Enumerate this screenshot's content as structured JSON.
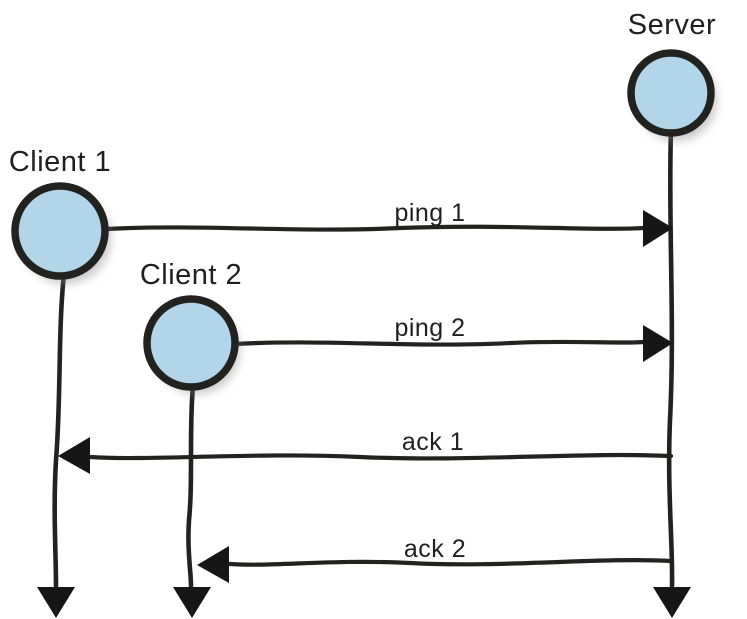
{
  "diagram": {
    "type": "sequence-diagram",
    "background": "#ffffff",
    "stroke_color": "#222220",
    "text_color": "#1f1f1f",
    "node_fill": "#b3d5ea",
    "actors": [
      {
        "id": "client-1",
        "label": "Client 1"
      },
      {
        "id": "client-2",
        "label": "Client 2"
      },
      {
        "id": "server",
        "label": "Server"
      }
    ],
    "messages": [
      {
        "id": "ping-1",
        "label": "ping 1",
        "from": "Client 1",
        "to": "Server",
        "direction": "right"
      },
      {
        "id": "ping-2",
        "label": "ping 2",
        "from": "Client 2",
        "to": "Server",
        "direction": "right"
      },
      {
        "id": "ack-1",
        "label": "ack 1",
        "from": "Server",
        "to": "Client 1",
        "direction": "left"
      },
      {
        "id": "ack-2",
        "label": "ack 2",
        "from": "Server",
        "to": "Client 2",
        "direction": "left"
      }
    ],
    "icons": {
      "arrowhead_right": "filled-right-triangle",
      "arrowhead_left": "filled-left-triangle",
      "arrowhead_down": "filled-down-triangle"
    }
  }
}
